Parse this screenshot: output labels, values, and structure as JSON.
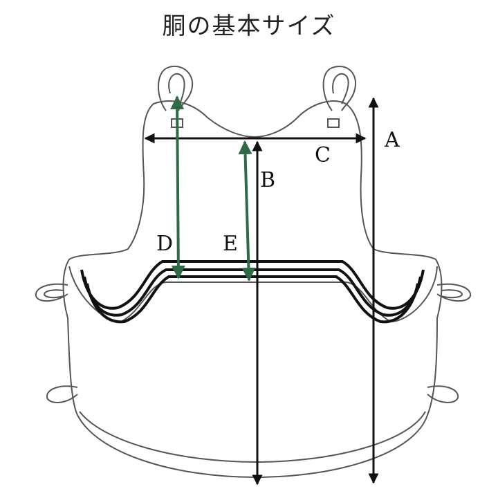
{
  "title": "胴の基本サイズ",
  "labels": {
    "a": "A",
    "b": "B",
    "c": "C",
    "d": "D",
    "e": "E"
  },
  "colors": {
    "outline": "#555555",
    "measure": "#111111",
    "measure_alt": "#2e6a45"
  }
}
